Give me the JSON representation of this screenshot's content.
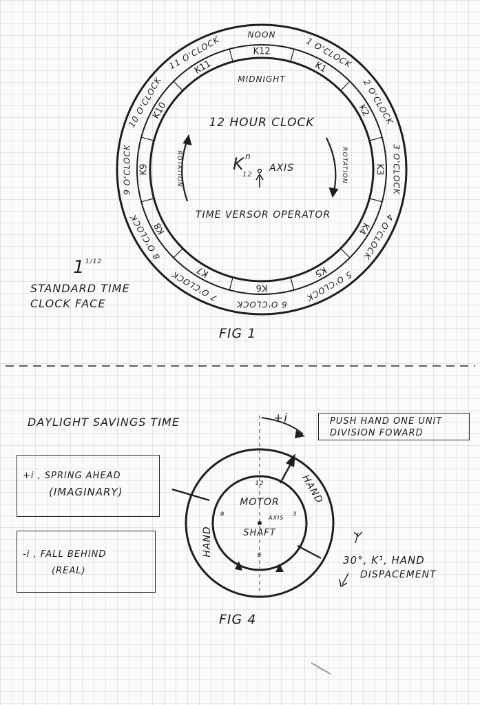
{
  "figure1": {
    "ring_labels": [
      "NOON",
      "1 O'CLOCK",
      "2 O'CLOCK",
      "3 O'CLOCK",
      "4 O'CLOCK",
      "5 O'CLOCK",
      "6 O'CLOCK",
      "7 O'CLOCK",
      "8 O'CLOCK",
      "9 O'CLOCK",
      "10 O'CLOCK",
      "11 O'CLOCK"
    ],
    "k_subscripts": [
      "12",
      "1",
      "2",
      "3",
      "4",
      "5",
      "6",
      "7",
      "8",
      "9",
      "10",
      "11"
    ],
    "midnight": "MIDNIGHT",
    "title": "12 HOUR CLOCK",
    "rotation_label": "ROTATION",
    "axis_label": "AXIS",
    "axis_symbol": "K",
    "axis_sup": "n",
    "axis_sub": "12",
    "operator_label": "TIME VERSOR OPERATOR",
    "notation_base": "1",
    "notation_sup": "1/12",
    "caption_line1": "STANDARD TIME",
    "caption_line2": "CLOCK FACE",
    "fig_label": "FIG 1"
  },
  "figure4": {
    "title": "DAYLIGHT SAVINGS TIME",
    "push_note_line1": "PUSH HAND ONE UNIT",
    "push_note_line2": "DIVISION FOWARD",
    "plus_i": "+i",
    "spring_line1": "+i , SPRING AHEAD",
    "spring_line2": "(IMAGINARY)",
    "fall_line1": "-i , FALL BEHIND",
    "fall_line2": "(REAL)",
    "hand_label": "HAND",
    "motor_line1": "MOTOR",
    "motor_line2": "SHAFT",
    "axis_label": "AXIS",
    "dial_12": "12",
    "dial_3": "3",
    "dial_6": "6",
    "dial_9": "9",
    "displacement_line1": "30°, K¹, HAND",
    "displacement_line2": "DISPACEMENT",
    "fig_label": "FIG 4"
  },
  "colors": {
    "ink": "#1e1e1e",
    "paper": "#fbfbf9",
    "grid": "#8a96a0"
  }
}
